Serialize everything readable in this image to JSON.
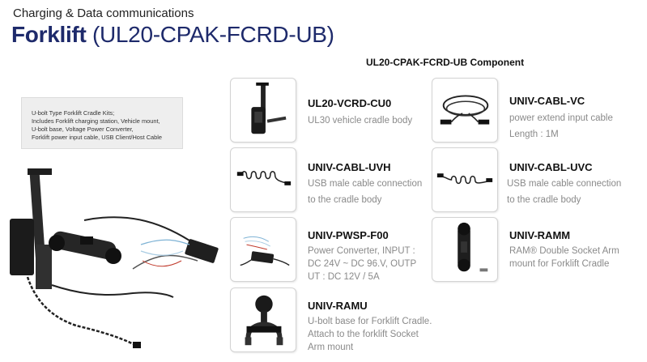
{
  "header": {
    "subtitle": "Charging & Data communications",
    "title_main": "Forklift",
    "title_model": "(UL20-CPAK-FCRD-UB)"
  },
  "components_heading": "UL20-CPAK-FCRD-UB Component",
  "kit_description": [
    "U-bolt Type Forklift Cradle Kits;",
    "Includes Forklift charging station, Vehicle mount,",
    "U-bolt base, Voltage Power Converter,",
    "Forklift power input cable, USB Client/Host Cable"
  ],
  "components": [
    {
      "name": "UL20-VCRD-CU0",
      "desc": [
        "UL30 vehicle cradle body"
      ]
    },
    {
      "name": "UNIV-CABL-UVH",
      "desc": [
        "USB male cable connection",
        " to the cradle body"
      ]
    },
    {
      "name": "UNIV-PWSP-F00",
      "desc": [
        "Power Converter, INPUT :",
        "DC 24V ~ DC 96.V, OUTP",
        "UT : DC 12V / 5A"
      ]
    },
    {
      "name": "UNIV-RAMU",
      "desc": [
        "U-bolt base for Forklift Cradle.",
        "Attach to the forklift Socket",
        "Arm mount"
      ]
    },
    {
      "name": "UNIV-CABL-VC",
      "desc": [
        "power extend input cable",
        "Length : 1M"
      ]
    },
    {
      "name": "UNIV-CABL-UVC",
      "desc": [
        "USB male cable connection",
        " to the cradle body"
      ]
    },
    {
      "name": "UNIV-RAMM",
      "desc": [
        "RAM® Double Socket Arm",
        "mount for Forklift Cradle"
      ]
    }
  ],
  "colors": {
    "title": "#1e2a6b",
    "desc_gray": "#8a8a8a",
    "cable_accent": "#c0392b"
  }
}
